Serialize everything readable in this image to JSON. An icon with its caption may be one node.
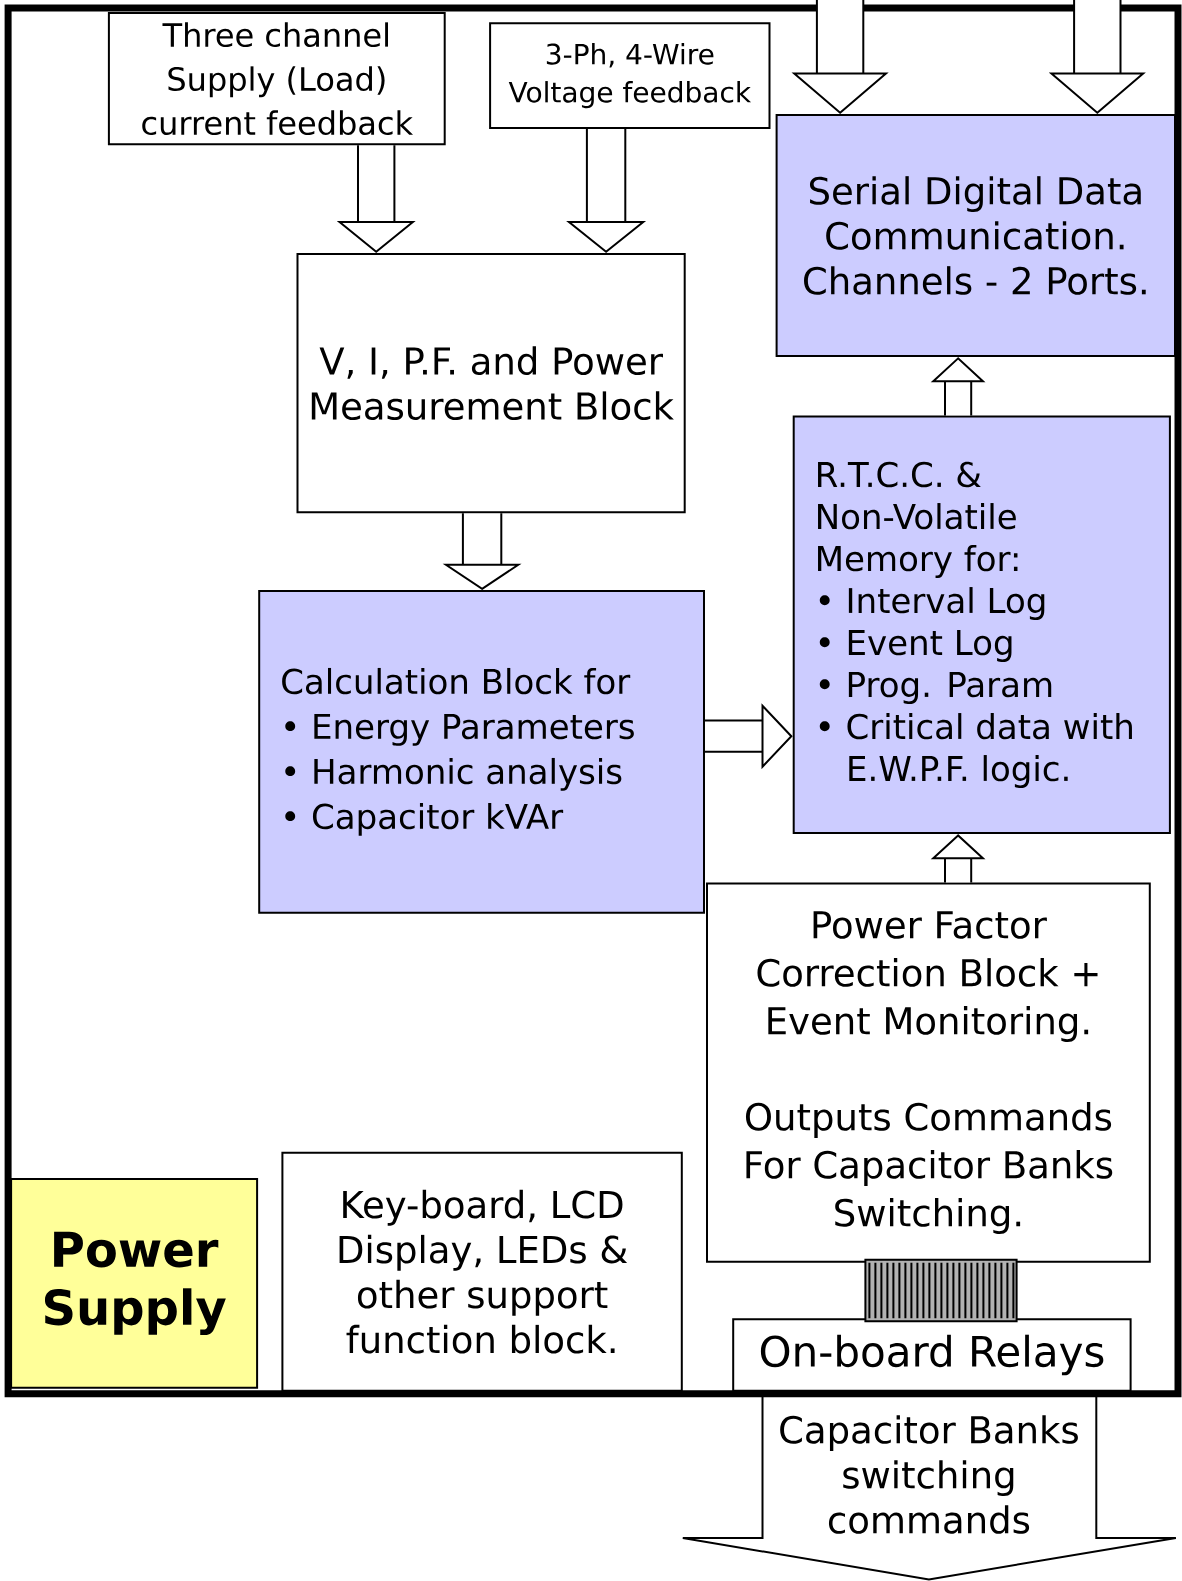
{
  "diagram": {
    "nodes": [
      {
        "text": [
          "Three channel Supply (Load) current feedback"
        ]
      },
      {
        "text": [
          "3-Ph, 4-Wire Voltage feedback"
        ]
      },
      {
        "text": [
          "Serial Digital Data Communication. Channels - 2 Ports."
        ]
      },
      {
        "text": [
          "V, I, P.F. and Power Measurement Block"
        ]
      },
      {
        "text": [
          "R.T.C.C. & Non-Volatile Memory for:",
          "• Interval Log",
          "• Event Log",
          "• Prog. Param",
          "• Critical data with E.W.P.F. logic."
        ]
      },
      {
        "text": [
          "Calculation Block for",
          "• Energy Parameters",
          "• Harmonic analysis",
          "• Capacitor kVAr"
        ]
      },
      {
        "text": [
          "Power Factor Correction Block + Event Monitoring.",
          "Outputs Commands For Capacitor Banks Switching."
        ]
      },
      {
        "text": [
          "Power Supply"
        ]
      },
      {
        "text": [
          "Key-board, LCD Display, LEDs & other support function block."
        ]
      },
      {
        "text": [
          "On-board Relays"
        ]
      },
      {
        "text": [
          "Capacitor Banks switching commands"
        ]
      }
    ],
    "edges": [
      {
        "from": 0,
        "to": 3,
        "arrow": "to"
      },
      {
        "from": 1,
        "to": 3,
        "arrow": "to"
      },
      {
        "from": 3,
        "to": 5,
        "arrow": "to"
      },
      {
        "from": 5,
        "to": 4,
        "arrow": "to"
      },
      {
        "from": 4,
        "to": 2,
        "arrow": "to"
      },
      {
        "from": 6,
        "to": 4,
        "arrow": "to"
      },
      {
        "from": 6,
        "to": 9,
        "arrow": "none"
      },
      {
        "from": null,
        "to": 2,
        "arrow": "to"
      },
      {
        "from": null,
        "to": 2,
        "arrow": "to"
      }
    ]
  }
}
